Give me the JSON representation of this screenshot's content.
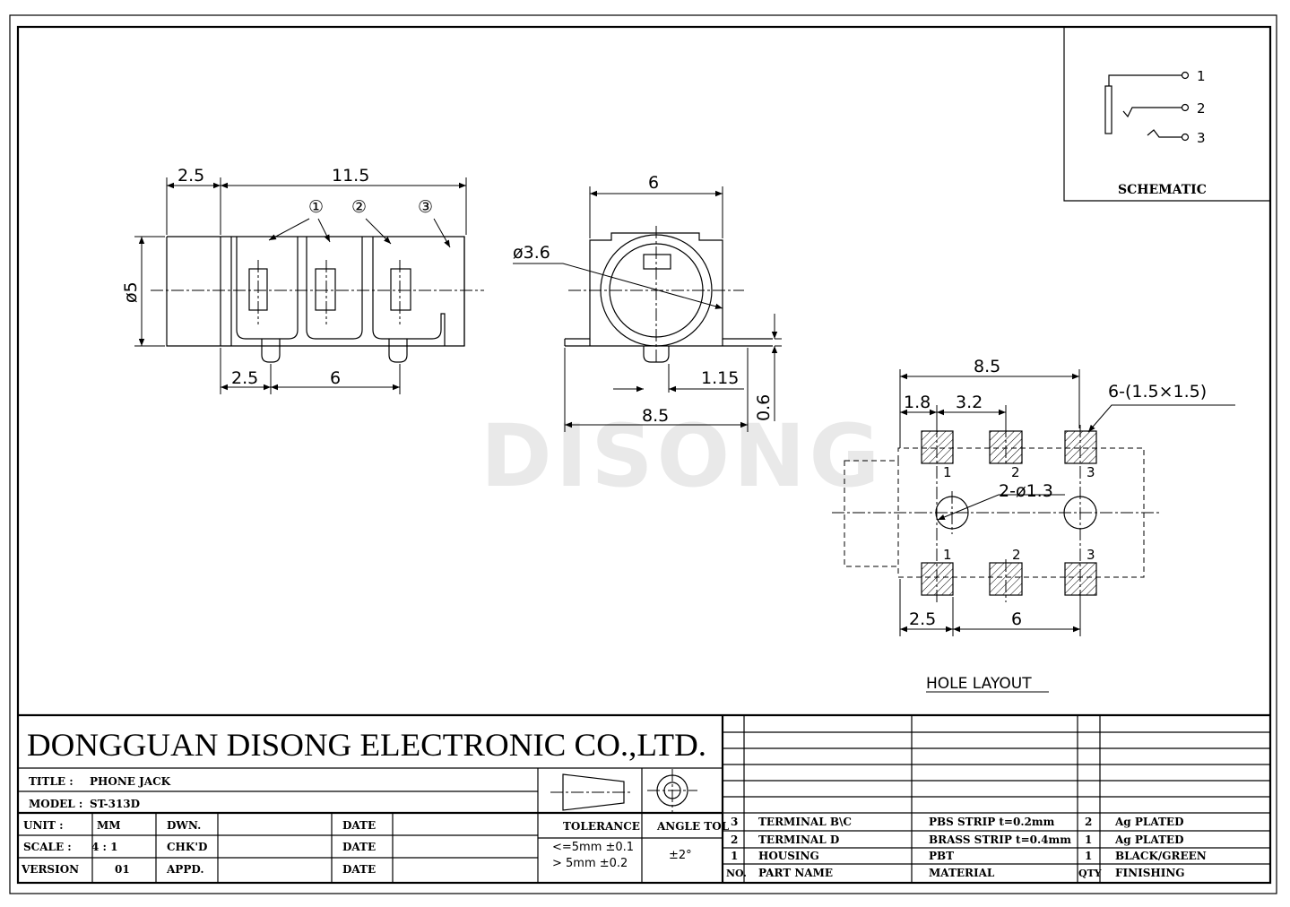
{
  "watermark": "DISONG",
  "schematic": {
    "label": "SCHEMATIC",
    "pins": [
      "1",
      "2",
      "3"
    ]
  },
  "front_view": {
    "dims": {
      "offset_top": "2.5",
      "length": "11.5",
      "diameter": "ø5",
      "offset_bottom": "2.5",
      "pitch": "6"
    },
    "terminal_marks": [
      "①",
      "②",
      "③"
    ]
  },
  "side_view": {
    "dims": {
      "width": "6",
      "hole": "ø3.6",
      "post_offset": "1.15",
      "foot_width": "8.5",
      "foot_height": "0.6"
    }
  },
  "hole_layout": {
    "label": "HOLE LAYOUT",
    "dims": {
      "overall": "8.5",
      "first": "1.8",
      "second": "3.2",
      "pads": "6-(1.5×1.5)",
      "holes": "2-ø1.3",
      "bottom_first": "2.5",
      "bottom_second": "6"
    },
    "pad_numbers_top": [
      "1",
      "2",
      "3"
    ],
    "pad_numbers_bottom": [
      "1",
      "2",
      "3"
    ]
  },
  "title_block": {
    "company": "DONGGUAN DISONG ELECTRONIC CO.,LTD.",
    "title_label": "TITLE  :",
    "title_value": "PHONE JACK",
    "model_label": "MODEL  :",
    "model_value": "ST-313D",
    "unit_label": "UNIT   :",
    "unit_value": "MM",
    "scale_label": "SCALE  :",
    "scale_value": "4 : 1",
    "version_label": "VERSION",
    "version_value": "01",
    "dwn": "DWN.",
    "chkd": "CHK'D",
    "appd": "APPD.",
    "date1": "DATE",
    "date2": "DATE",
    "date3": "DATE",
    "tolerance_label": "TOLERANCE",
    "tol_line1": "<=5mm  ±0.1",
    "tol_line2": "> 5mm  ±0.2",
    "angle_label": "ANGLE TOL",
    "angle_value": "±2°"
  },
  "bom": {
    "headers": {
      "no": "NO.",
      "name": "PART  NAME",
      "material": "MATERIAL",
      "qty": "QTY",
      "finish": "FINISHING"
    },
    "rows": [
      {
        "no": "3",
        "name": "TERMINAL B\\C",
        "material": "PBS STRIP   t=0.2mm",
        "qty": "2",
        "finish": "Ag PLATED"
      },
      {
        "no": "2",
        "name": "TERMINAL D",
        "material": "BRASS STRIP   t=0.4mm",
        "qty": "1",
        "finish": "Ag PLATED"
      },
      {
        "no": "1",
        "name": "HOUSING",
        "material": "PBT",
        "qty": "1",
        "finish": "BLACK/GREEN"
      }
    ]
  }
}
